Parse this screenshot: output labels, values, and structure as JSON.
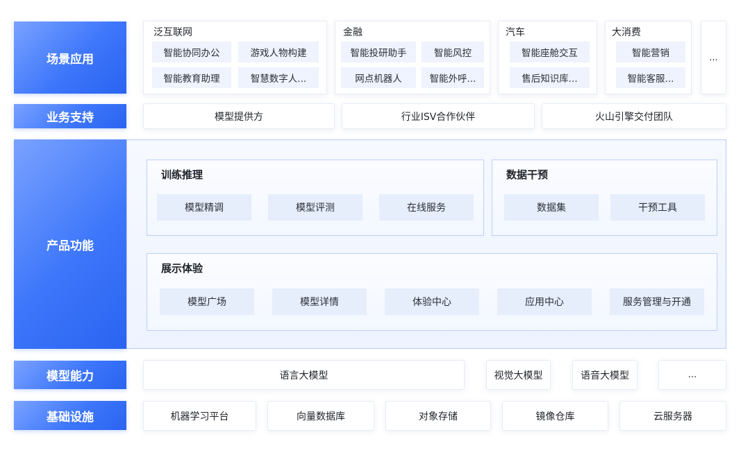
{
  "layers": {
    "scene": "场景应用",
    "support": "业务支持",
    "product": "产品功能",
    "model": "模型能力",
    "infra": "基础设施"
  },
  "scenes": [
    {
      "title": "泛互联网",
      "items": [
        "智能协同办公",
        "游戏人物构建",
        "智能教育助理",
        "智慧数字人..."
      ]
    },
    {
      "title": "金融",
      "items": [
        "智能投研助手",
        "智能风控",
        "网点机器人",
        "智能外呼..."
      ]
    },
    {
      "title": "汽车",
      "items": [
        "智能座舱交互",
        "售后知识库..."
      ]
    },
    {
      "title": "大消费",
      "items": [
        "智能营销",
        "智能客服..."
      ]
    }
  ],
  "scene_more": "...",
  "support_items": [
    "模型提供方",
    "行业ISV合作伙伴",
    "火山引擎交付团队"
  ],
  "product": {
    "training": {
      "title": "训练推理",
      "items": [
        "模型精调",
        "模型评测",
        "在线服务"
      ]
    },
    "data": {
      "title": "数据干预",
      "items": [
        "数据集",
        "干预工具"
      ]
    },
    "display": {
      "title": "展示体验",
      "items": [
        "模型广场",
        "模型详情",
        "体验中心",
        "应用中心",
        "服务管理与开通"
      ]
    }
  },
  "model_items": [
    "语言大模型",
    "视觉大模型",
    "语音大模型",
    "..."
  ],
  "infra_items": [
    "机器学习平台",
    "向量数据库",
    "对象存储",
    "镜像仓库",
    "云服务器"
  ]
}
